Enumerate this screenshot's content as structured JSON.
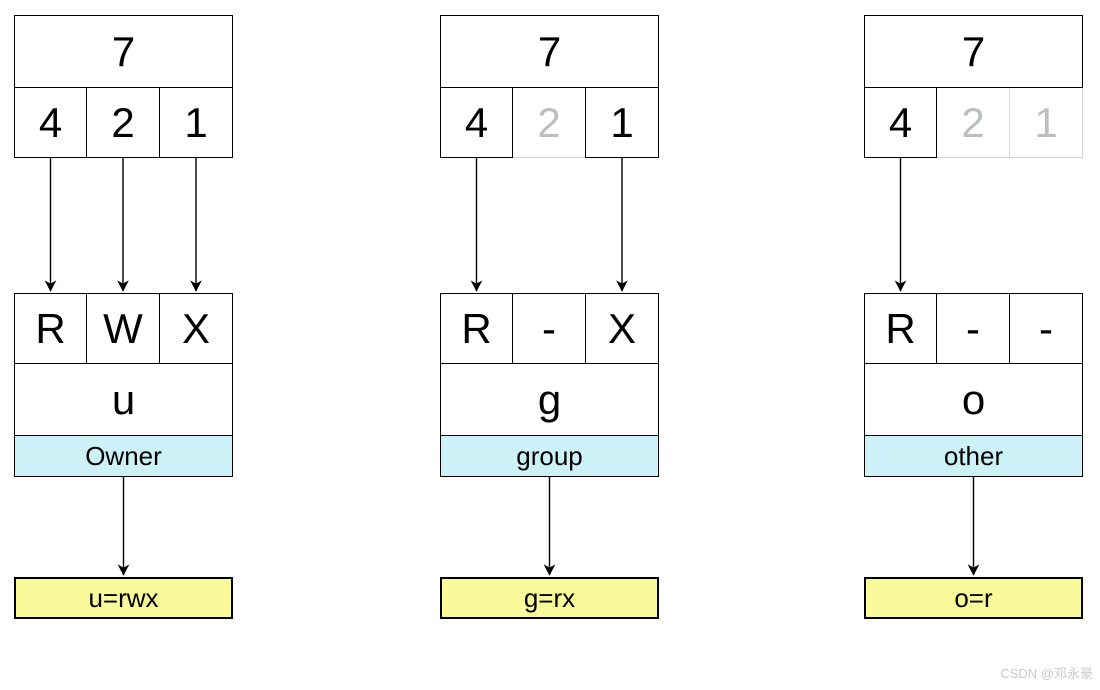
{
  "columns": [
    {
      "total": "7",
      "digits": [
        {
          "value": "4",
          "active": true
        },
        {
          "value": "2",
          "active": true
        },
        {
          "value": "1",
          "active": true
        }
      ],
      "perms": [
        "R",
        "W",
        "X"
      ],
      "class_char": "u",
      "label": "Owner",
      "result": "u=rwx"
    },
    {
      "total": "7",
      "digits": [
        {
          "value": "4",
          "active": true
        },
        {
          "value": "2",
          "active": false
        },
        {
          "value": "1",
          "active": true
        }
      ],
      "perms": [
        "R",
        "-",
        "X"
      ],
      "class_char": "g",
      "label": "group",
      "result": "g=rx"
    },
    {
      "total": "7",
      "digits": [
        {
          "value": "4",
          "active": true
        },
        {
          "value": "2",
          "active": false
        },
        {
          "value": "1",
          "active": false
        }
      ],
      "perms": [
        "R",
        "-",
        "-"
      ],
      "class_char": "o",
      "label": "other",
      "result": "o=r"
    }
  ],
  "colors": {
    "label_bg": "#ccf2f7",
    "result_bg": "#fafa9b",
    "inactive_text": "#bcbfc2",
    "inactive_border": "#d6d6d6"
  },
  "watermark": "CSDN @邓永豪"
}
